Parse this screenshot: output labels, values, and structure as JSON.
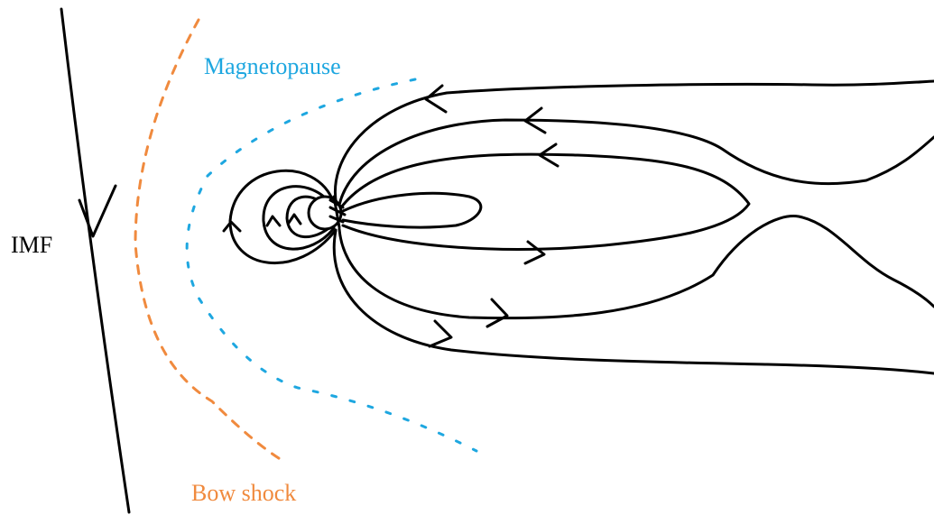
{
  "labels": {
    "imf": "IMF",
    "magnetopause": "Magnetopause",
    "bow_shock": "Bow shock"
  },
  "colors": {
    "line": "#000000",
    "magnetopause": "#1ea7e0",
    "bow_shock": "#f08a3e",
    "background": "#ffffff"
  }
}
